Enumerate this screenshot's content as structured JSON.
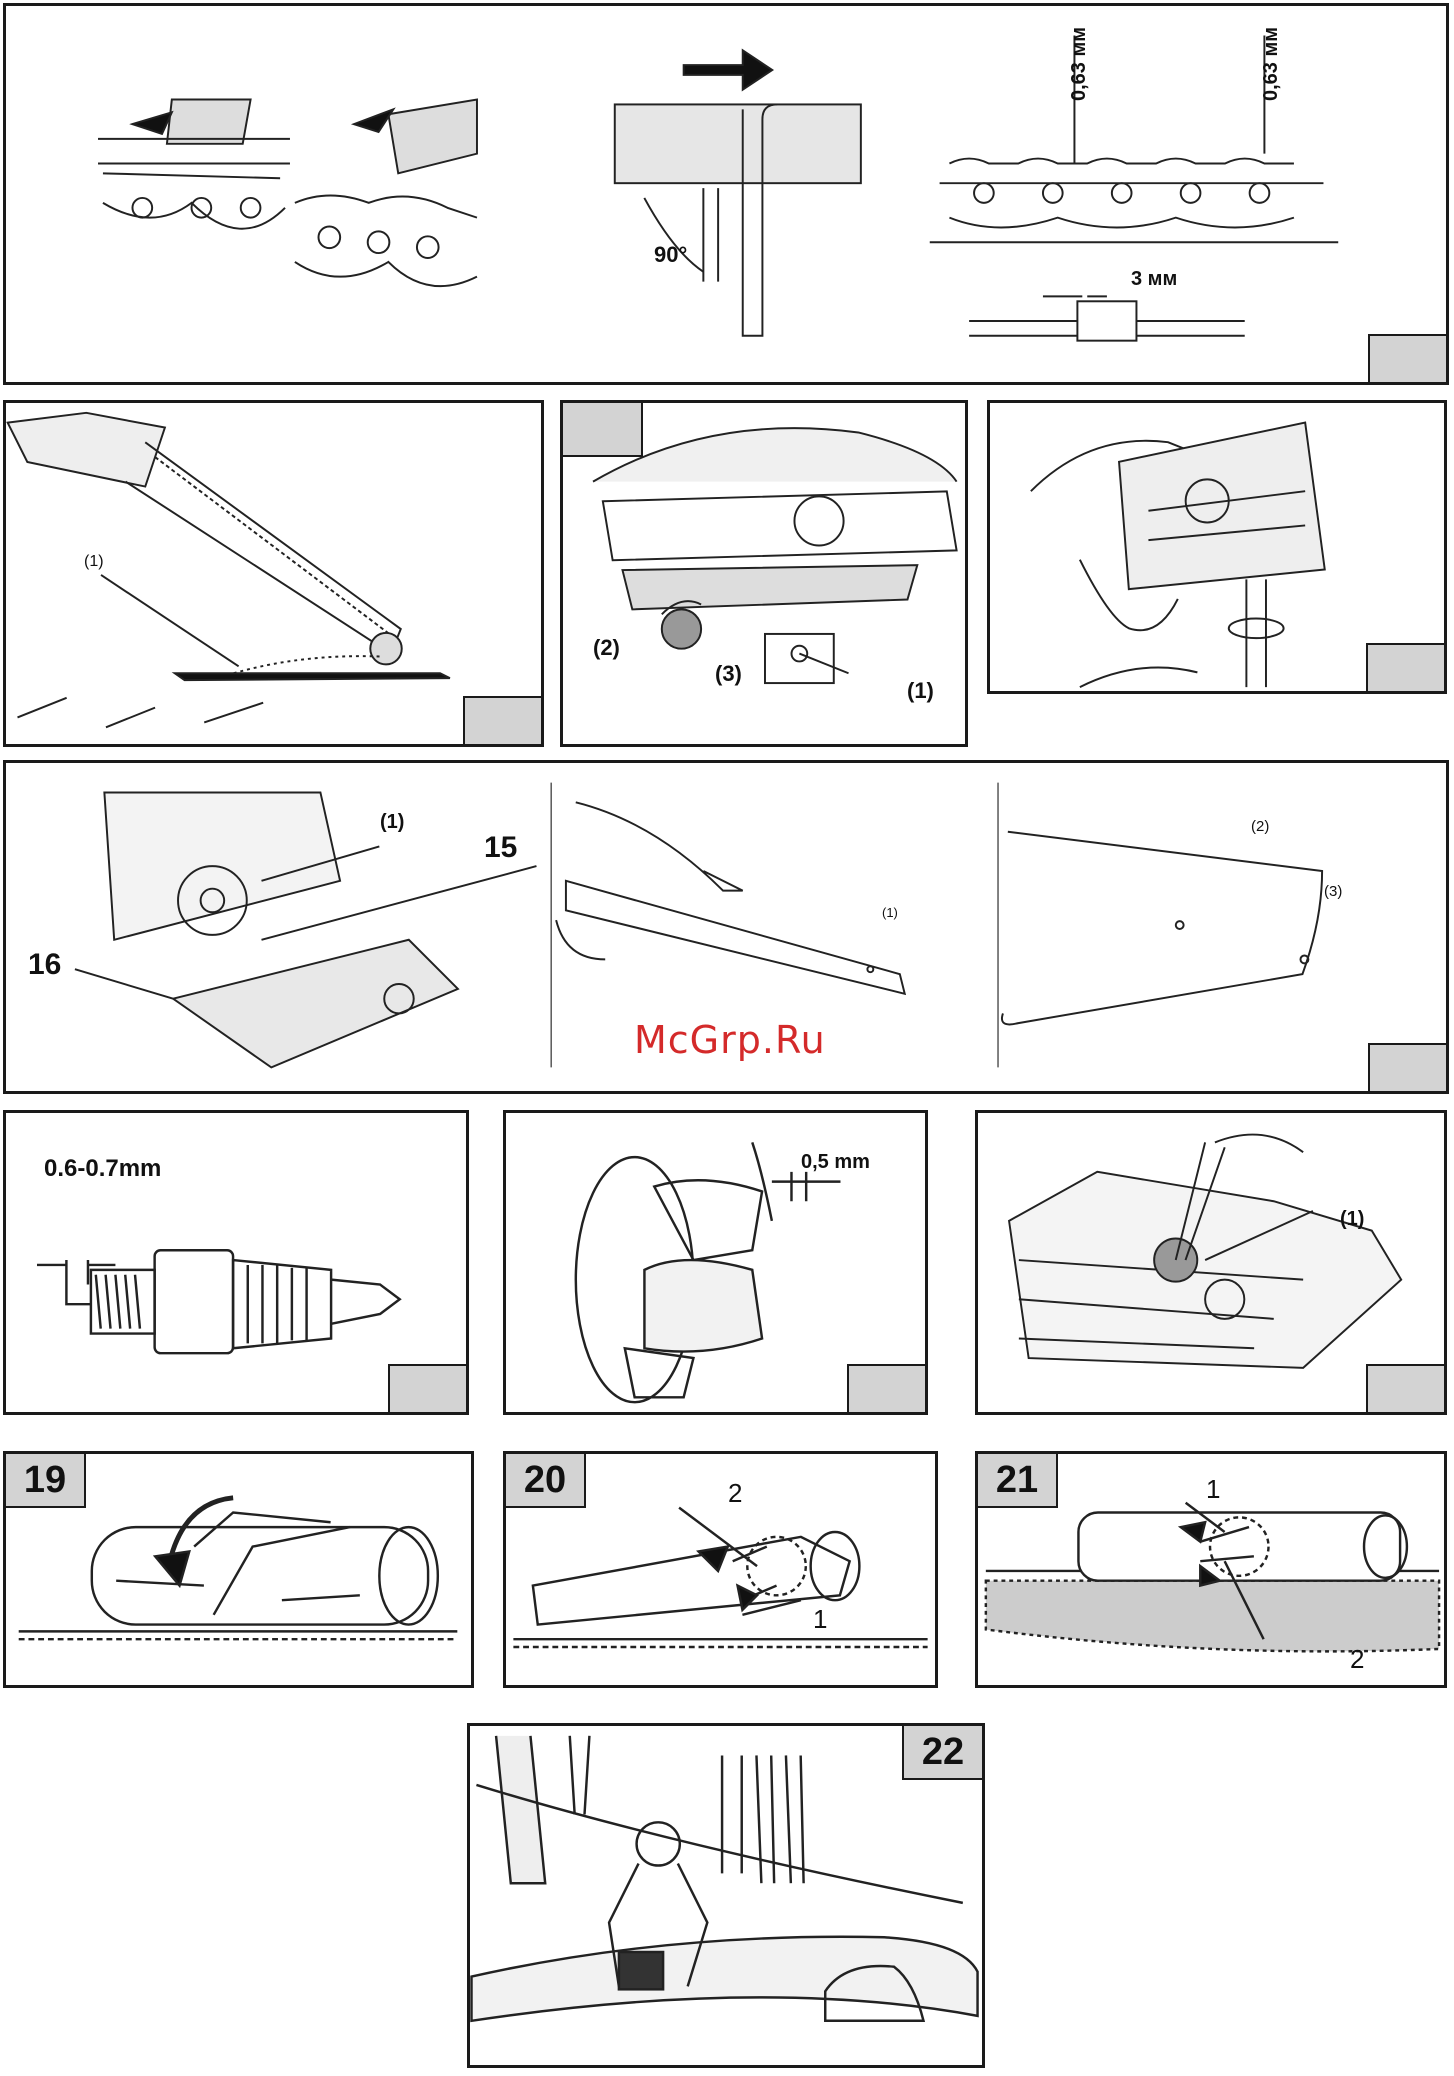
{
  "panels": {
    "chain_sharpening": {
      "depth_left": "0,63 мм",
      "depth_right": "0,63 мм",
      "gap": "3 мм",
      "angle": "90°"
    },
    "bar_oil": {
      "label_1": "(1)"
    },
    "oil_adjust": {
      "label_1": "(1)",
      "label_2": "(2)",
      "label_3": "(3)"
    },
    "cover": {
      "label_1": "(1)",
      "num_15": "15",
      "num_16": "16"
    },
    "bar_clean": {
      "label_1": "(1)"
    },
    "bar_tip": {
      "label_2": "(2)",
      "label_3": "(3)"
    },
    "spark_plug": {
      "gap": "0.6-0.7mm"
    },
    "flywheel": {
      "gap": "0,5 mm"
    },
    "carb": {
      "label_1": "(1)"
    },
    "fig19": {
      "num": "19"
    },
    "fig20": {
      "num": "20",
      "label_1": "1",
      "label_2": "2"
    },
    "fig21": {
      "num": "21",
      "label_1": "1",
      "label_2": "2"
    },
    "fig22": {
      "num": "22"
    }
  },
  "watermark": "McGrp.Ru"
}
